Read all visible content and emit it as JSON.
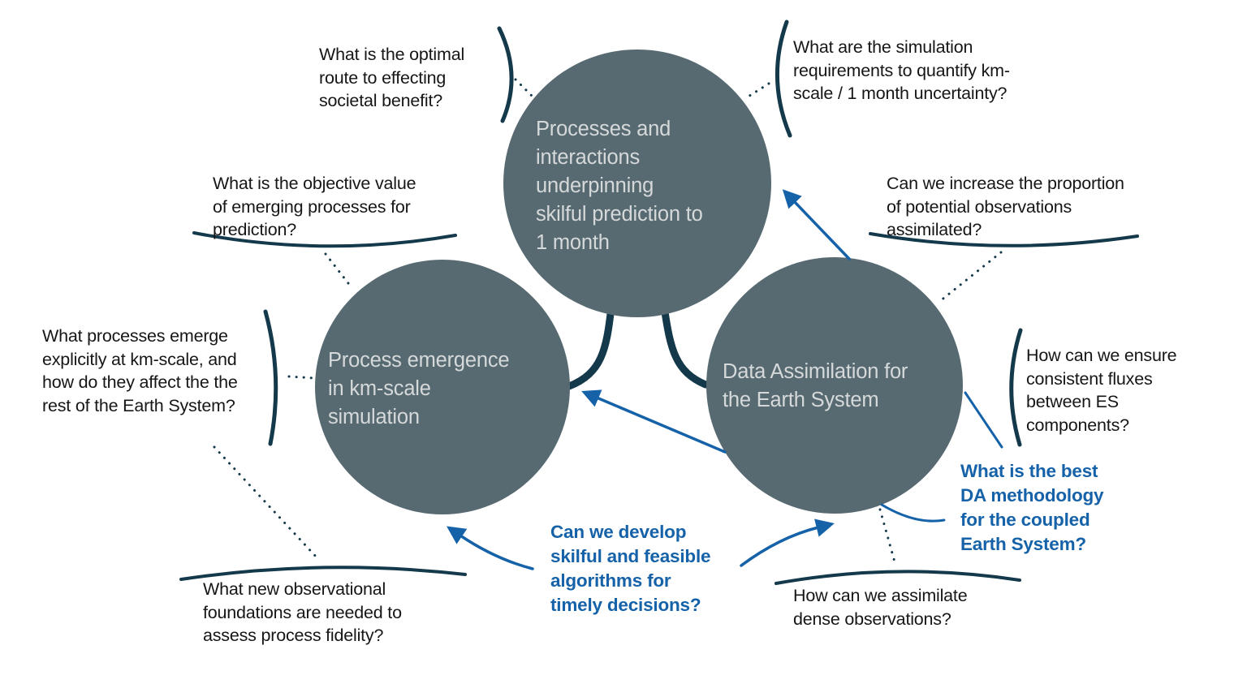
{
  "nodes": {
    "prediction": {
      "lines": [
        "Processes and",
        "interactions",
        "underpinning",
        "skilful prediction to",
        "1 month"
      ]
    },
    "emergence": {
      "lines": [
        "Process emergence",
        "in km-scale",
        "simulation"
      ]
    },
    "assimilation": {
      "lines": [
        "Data Assimilation for",
        "the Earth System"
      ]
    }
  },
  "questions": {
    "societal_benefit": "What is the optimal route to effecting societal benefit?",
    "simulation_requirements": "What are the simulation requirements to quantify km-scale / 1 month uncertainty?",
    "observations_assimilated": "Can we increase the proportion of potential observations assimilated?",
    "objective_value": "What is the objective value of emerging processes for prediction?",
    "processes_emerge": "What processes emerge explicitly at km-scale, and how do they affect the the rest of the Earth System?",
    "consistent_fluxes": "How can we ensure consistent fluxes between ES components?",
    "observational_foundations": "What new observational foundations are needed to assess process fidelity?",
    "dense_observations": "How can we assimilate dense observations?"
  },
  "highlight_questions": {
    "da_methodology": "What is the best DA methodology for the coupled Earth System?",
    "algorithms": "Can we develop skilful and feasible algorithms for timely decisions?"
  },
  "colors": {
    "node_fill": "#576a71",
    "node_text": "#d6d9da",
    "connector_dark": "#14394a",
    "accent_blue": "#1562a9",
    "question_text": "#161616"
  }
}
